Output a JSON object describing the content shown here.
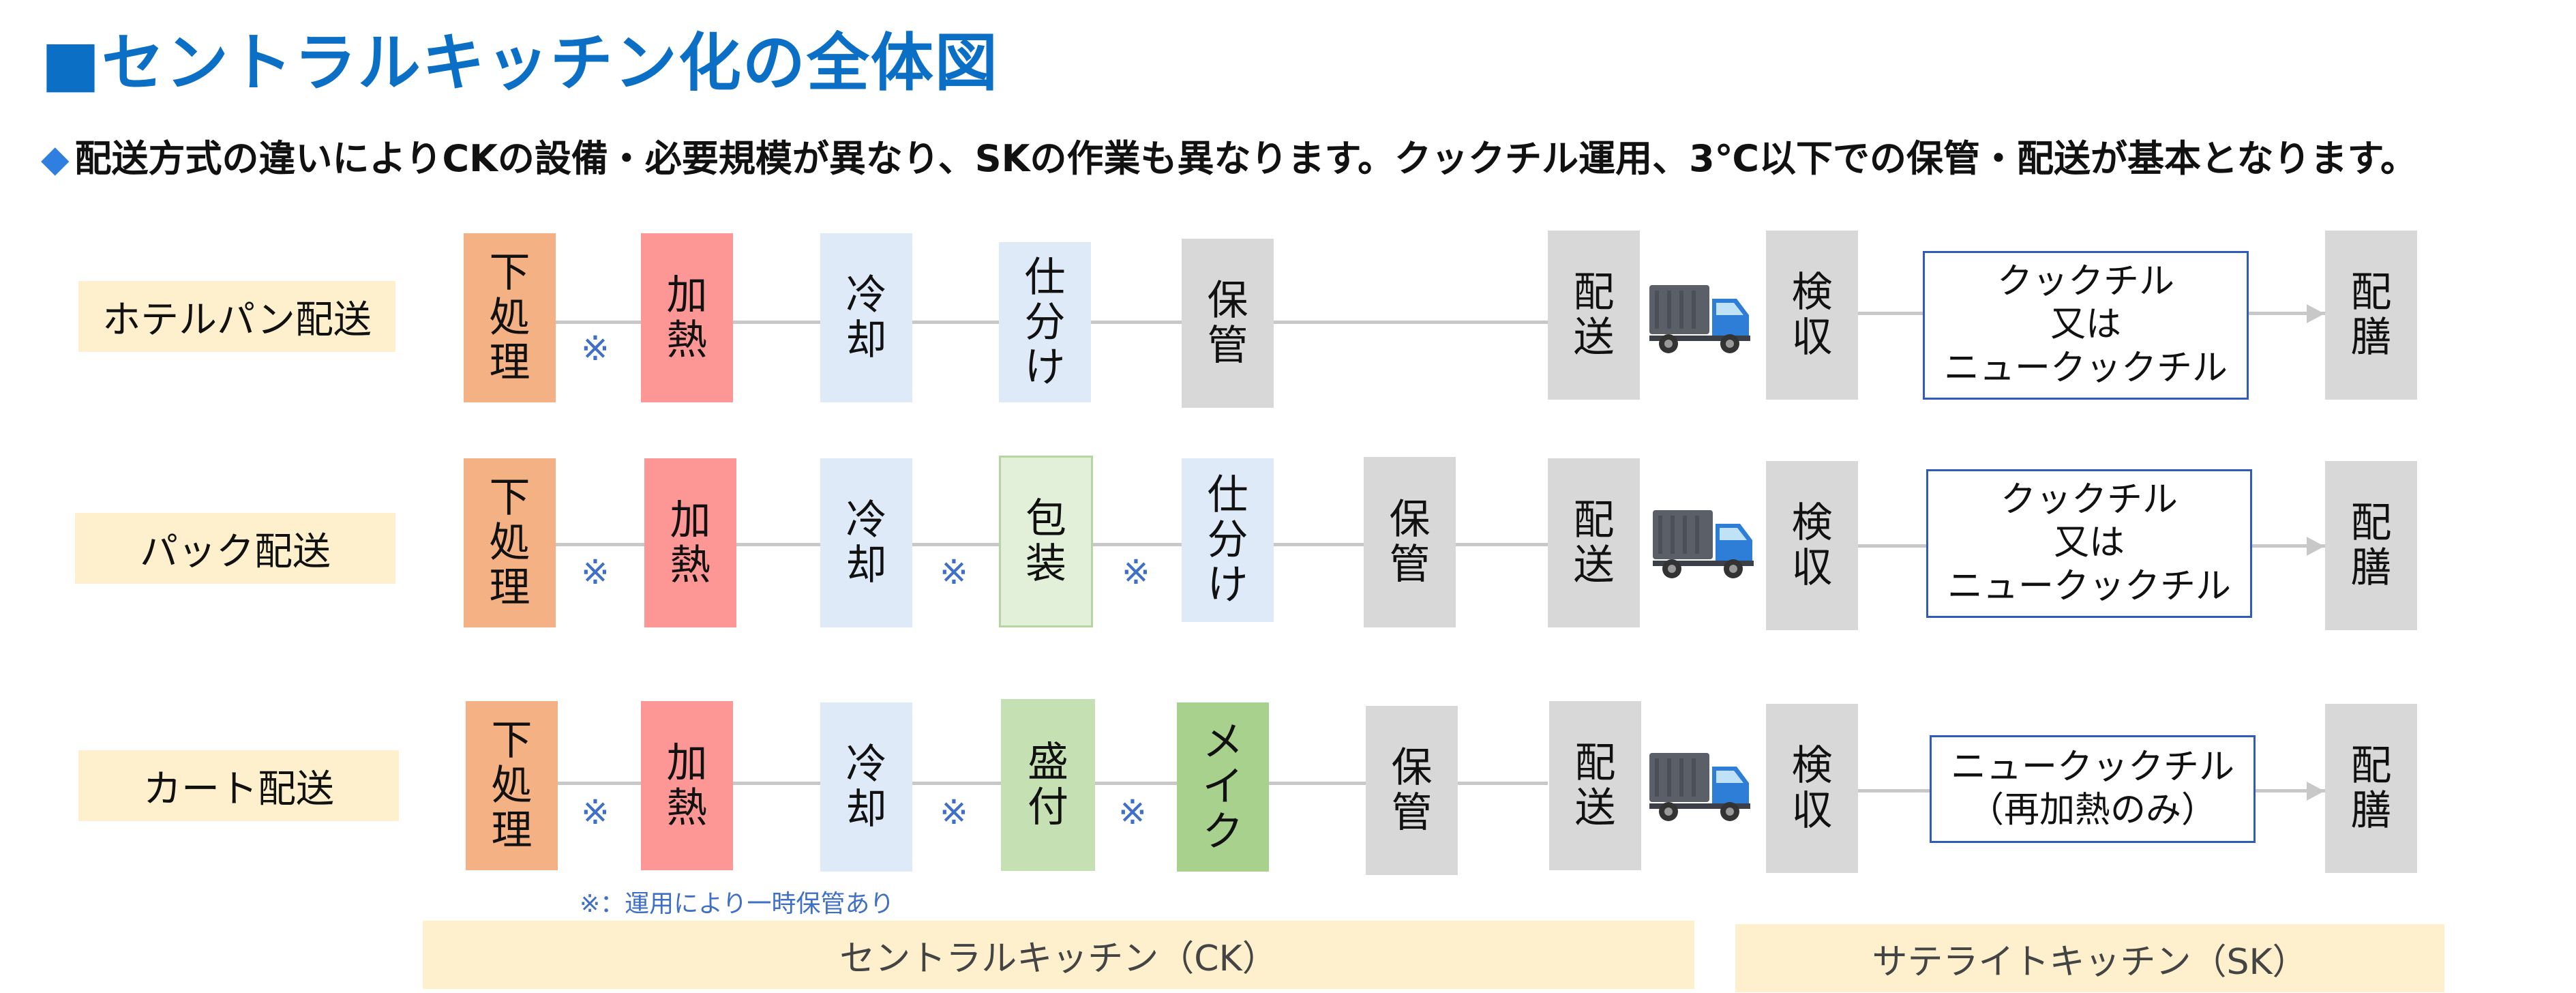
{
  "title": "■セントラルキッチン化の全体図",
  "subtitle_mark": "◆",
  "subtitle": "配送方式の違いによりCKの設備・必要規模が異なり、SKの作業も異なります。クックチル運用、3℃以下での保管・配送が基本となります。",
  "rows": [
    {
      "label": "ホテルパン配送",
      "steps": [
        [
          "下",
          "処",
          "理"
        ],
        [
          "加",
          "熱"
        ],
        [
          "冷",
          "却"
        ],
        [
          "仕",
          "分",
          "け"
        ],
        [
          "保",
          "管"
        ]
      ],
      "dispatch": [
        "配",
        "送"
      ],
      "receive": [
        "検",
        "収"
      ],
      "method": [
        "クックチル",
        "又は",
        "ニュークックチル"
      ],
      "serve": [
        "配",
        "膳"
      ]
    },
    {
      "label": "パック配送",
      "steps": [
        [
          "下",
          "処",
          "理"
        ],
        [
          "加",
          "熱"
        ],
        [
          "冷",
          "却"
        ],
        [
          "包",
          "装"
        ],
        [
          "仕",
          "分",
          "け"
        ],
        [
          "保",
          "管"
        ]
      ],
      "dispatch": [
        "配",
        "送"
      ],
      "receive": [
        "検",
        "収"
      ],
      "method": [
        "クックチル",
        "又は",
        "ニュークックチル"
      ],
      "serve": [
        "配",
        "膳"
      ]
    },
    {
      "label": "カート配送",
      "steps": [
        [
          "下",
          "処",
          "理"
        ],
        [
          "加",
          "熱"
        ],
        [
          "冷",
          "却"
        ],
        [
          "盛",
          "付"
        ],
        [
          "メ",
          "イ",
          "ク"
        ],
        [
          "保",
          "管"
        ]
      ],
      "dispatch": [
        "配",
        "送"
      ],
      "receive": [
        "検",
        "収"
      ],
      "method": [
        "ニュークックチル",
        "（再加熱のみ）"
      ],
      "serve": [
        "配",
        "膳"
      ]
    }
  ],
  "asterisk": "※",
  "footnote": "※：運用により一時保管あり",
  "bands": {
    "ck": "セントラルキッチン（CK）",
    "sk": "サテライトキッチン（SK）"
  },
  "colors": {
    "title": "#0b6fc5",
    "label_bg": "#fef0cc",
    "preprocess": "#f4b184",
    "heat": "#fd9795",
    "cool": "#deeaf7",
    "packaging": "#e3f0d9",
    "plating": "#c5e1b4",
    "make": "#a9d18e",
    "gray": "#d8d8d8",
    "method_border": "#2e5cb8",
    "connector": "#c8c8c8",
    "asterisk": "#3f6fc6"
  },
  "icons": {
    "truck": "delivery-truck-icon"
  }
}
